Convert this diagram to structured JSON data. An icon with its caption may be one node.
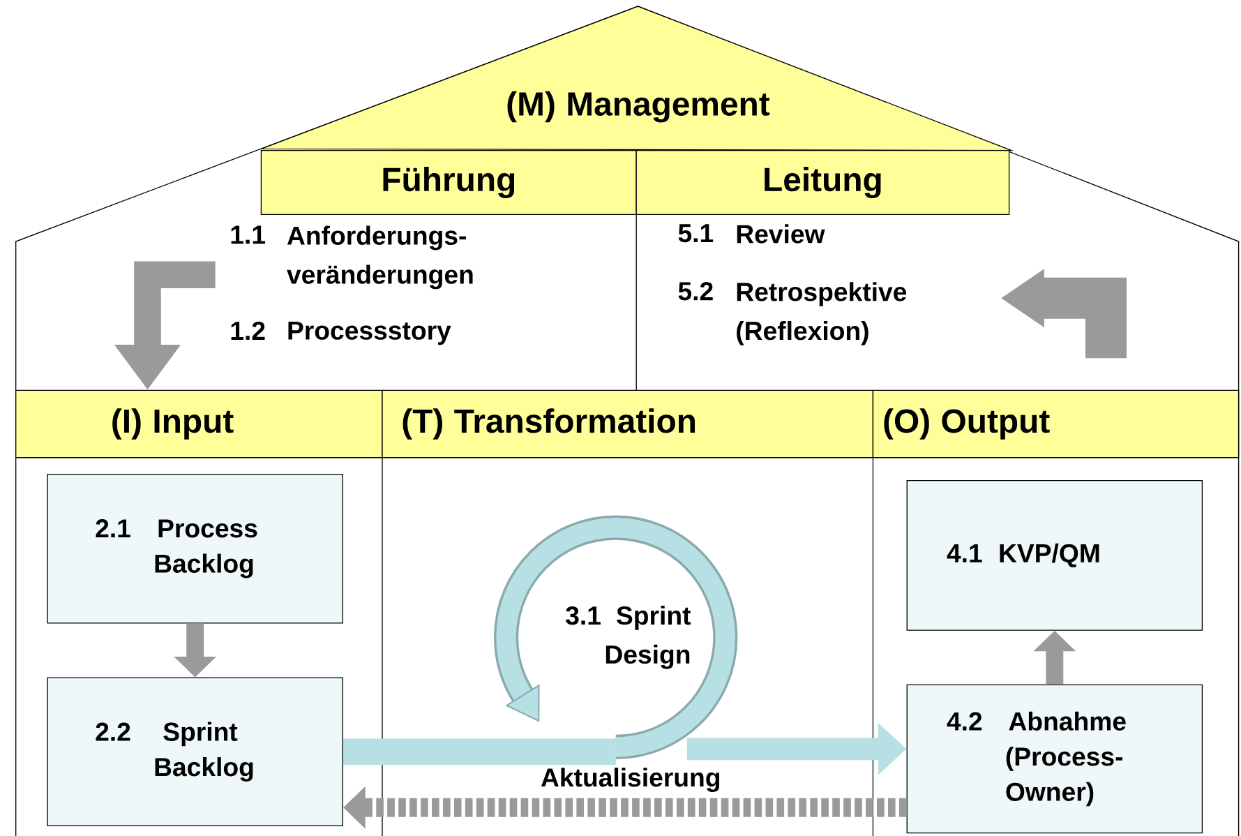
{
  "diagram": {
    "nodes": [
      {
        "text": [
          "(M) Management"
        ]
      },
      {
        "text": [
          "Führung"
        ]
      },
      {
        "text": [
          "Leitung"
        ]
      },
      {
        "text": [
          "(I) Input"
        ]
      },
      {
        "text": [
          "(T) Transformation"
        ]
      },
      {
        "text": [
          "(O) Output"
        ]
      },
      {
        "text": [
          "2.1 Process Backlog"
        ]
      },
      {
        "text": [
          "2.2 Sprint Backlog"
        ]
      },
      {
        "text": [
          "3.1 Sprint Design"
        ]
      },
      {
        "text": [
          "4.1 KVP/QM"
        ]
      },
      {
        "text": [
          "4.2 Abnahme (Process-Owner)"
        ]
      }
    ],
    "edges": [
      {
        "from": null,
        "to": 3,
        "arrow": "to"
      },
      {
        "from": 5,
        "to": 2,
        "arrow": "to",
        "style": "thick"
      },
      {
        "from": 6,
        "to": 7,
        "arrow": "to"
      },
      {
        "from": 7,
        "to": 8,
        "arrow": "none",
        "color": "#b7e0e4"
      },
      {
        "from": 8,
        "to": 10,
        "arrow": "to",
        "color": "#b7e0e4"
      },
      {
        "from": 10,
        "to": 9,
        "arrow": "to"
      },
      {
        "from": 10,
        "to": 7,
        "arrow": "to",
        "style": "dashed",
        "label": "Aktualisierung"
      }
    ],
    "labels": [
      "1.1",
      "Anforderungs- veränderungen",
      "1.2",
      "Processstory",
      "5.1",
      "Review",
      "5.2",
      "Retrospektive (Reflexion)"
    ]
  }
}
